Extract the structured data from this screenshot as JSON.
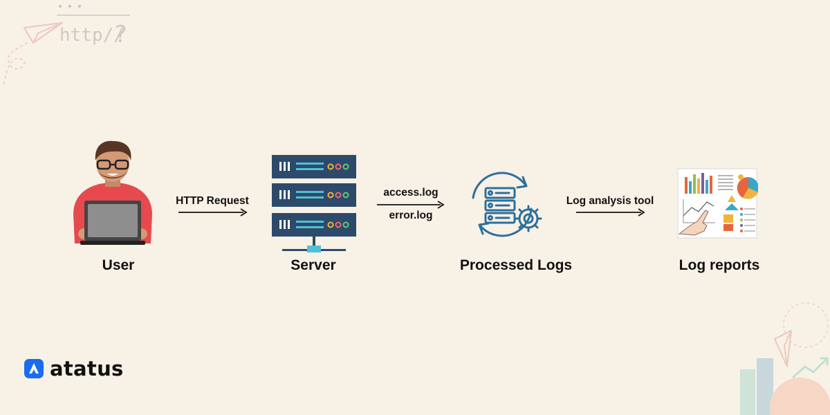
{
  "nodes": {
    "user": "User",
    "server": "Server",
    "processed": "Processed Logs",
    "reports": "Log reports"
  },
  "edges": {
    "http_request": "HTTP Request",
    "access_log": "access.log",
    "error_log": "error.log",
    "analysis_tool": "Log analysis tool"
  },
  "brand": {
    "name": "atatus",
    "color": "#1a6cf0"
  },
  "decoration": {
    "http": "http//",
    "question": "?"
  },
  "colors": {
    "background": "#f8f1e6",
    "server": "#2e4a6b",
    "processed_icon": "#2c6f9c",
    "user_shirt": "#e64a4f"
  },
  "icons": [
    "person-with-laptop-icon",
    "server-rack-icon",
    "log-processing-icon",
    "report-dashboard-icon",
    "arrow-right-icon",
    "atatus-logo-icon",
    "paper-plane-icon"
  ]
}
